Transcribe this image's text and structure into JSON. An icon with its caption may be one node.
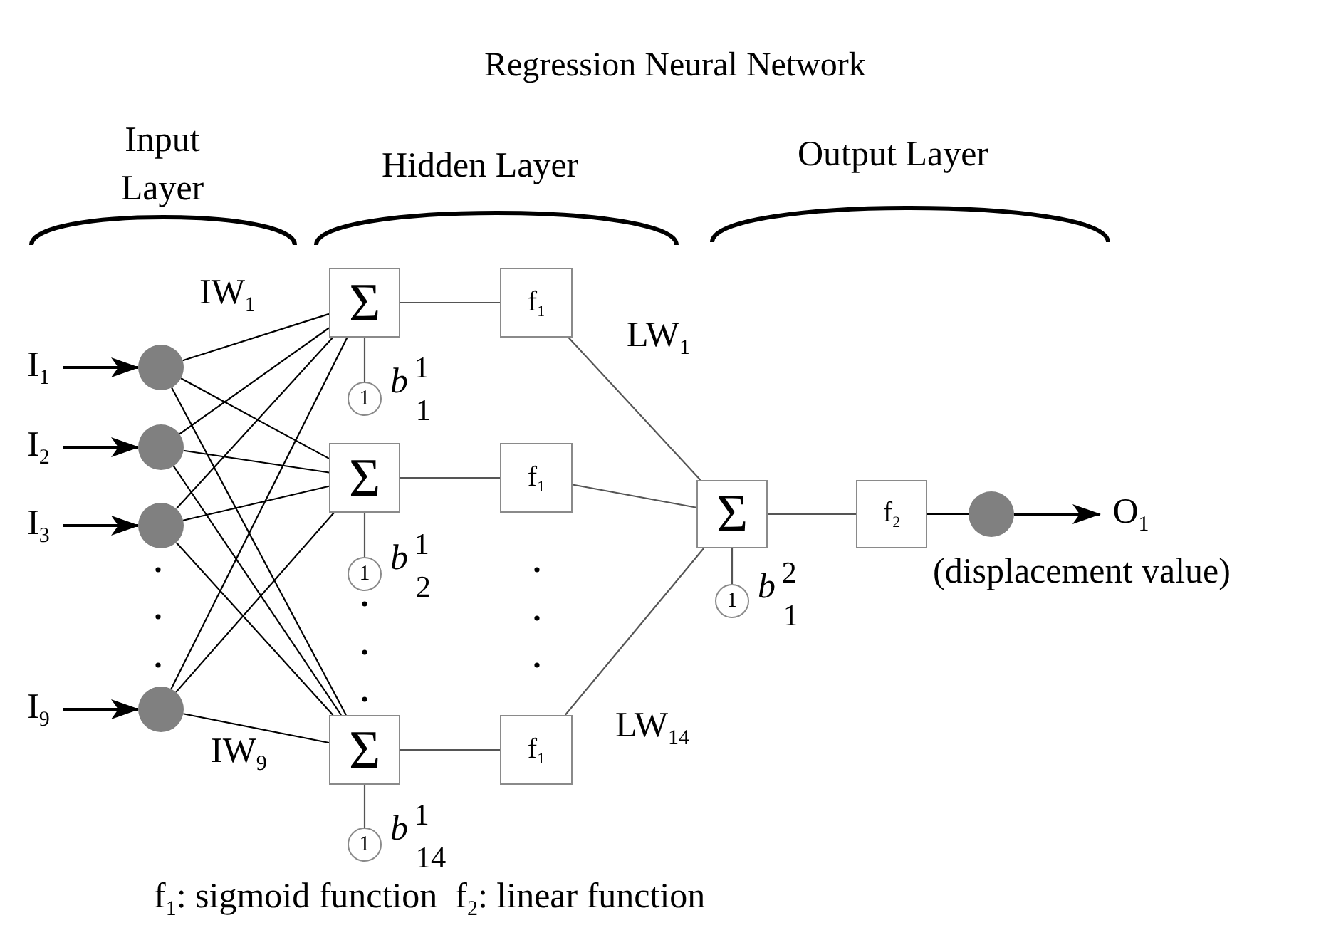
{
  "diagram": {
    "title": "Regression Neural Network",
    "caption": "f$_{1}$: sigmoid function  f$_{2}$: linear function",
    "nodes": [
      {
        "text": [
          "I$_{1}$"
        ]
      },
      {
        "text": [],
        "shape": "circle"
      },
      {
        "text": [
          "I$_{2}$"
        ]
      },
      {
        "text": [],
        "shape": "circle"
      },
      {
        "text": [
          "I$_{3}$"
        ]
      },
      {
        "text": [],
        "shape": "circle"
      },
      {
        "text": [
          "I$_{9}$"
        ]
      },
      {
        "text": [],
        "shape": "circle"
      },
      {
        "text": [
          "Σ"
        ]
      },
      {
        "text": [
          "f$_{1}$"
        ]
      },
      {
        "text": [
          "1"
        ],
        "beside": [
          "*b*$^{1}$$_{1}$"
        ]
      },
      {
        "text": [
          "Σ"
        ]
      },
      {
        "text": [
          "f$_{1}$"
        ]
      },
      {
        "text": [
          "1"
        ],
        "beside": [
          "*b*$^{1}$$_{2}$"
        ]
      },
      {
        "text": [
          "Σ"
        ]
      },
      {
        "text": [
          "f$_{1}$"
        ]
      },
      {
        "text": [
          "1"
        ],
        "beside": [
          "*b*$^{1}$$_{14}$"
        ]
      },
      {
        "text": [
          "Σ"
        ]
      },
      {
        "text": [
          "1"
        ],
        "beside": [
          "*b*$^{2}$$_{1}$"
        ]
      },
      {
        "text": [
          "f$_{2}$"
        ]
      },
      {
        "text": [],
        "shape": "circle"
      },
      {
        "text": [
          "O$_{1}$"
        ],
        "beside": [
          "(displacement value)"
        ]
      }
    ],
    "edges": [
      {
        "from": 0,
        "to": 1,
        "arrow": "to"
      },
      {
        "from": 2,
        "to": 3,
        "arrow": "to"
      },
      {
        "from": 4,
        "to": 5,
        "arrow": "to"
      },
      {
        "from": 6,
        "to": 7,
        "arrow": "to"
      },
      {
        "from": 1,
        "to": 8,
        "arrow": "none"
      },
      {
        "from": 1,
        "to": 11,
        "arrow": "none"
      },
      {
        "from": 1,
        "to": 14,
        "arrow": "none"
      },
      {
        "from": 3,
        "to": 8,
        "arrow": "none"
      },
      {
        "from": 3,
        "to": 11,
        "arrow": "none"
      },
      {
        "from": 3,
        "to": 14,
        "arrow": "none"
      },
      {
        "from": 5,
        "to": 8,
        "arrow": "none"
      },
      {
        "from": 5,
        "to": 11,
        "arrow": "none"
      },
      {
        "from": 5,
        "to": 14,
        "arrow": "none"
      },
      {
        "from": 7,
        "to": 8,
        "arrow": "none"
      },
      {
        "from": 7,
        "to": 11,
        "arrow": "none"
      },
      {
        "from": 7,
        "to": 14,
        "arrow": "none"
      },
      {
        "from": 10,
        "to": 8,
        "arrow": "none"
      },
      {
        "from": 13,
        "to": 11,
        "arrow": "none"
      },
      {
        "from": 16,
        "to": 14,
        "arrow": "none"
      },
      {
        "from": 8,
        "to": 9,
        "arrow": "none"
      },
      {
        "from": 11,
        "to": 12,
        "arrow": "none"
      },
      {
        "from": 14,
        "to": 15,
        "arrow": "none"
      },
      {
        "from": 9,
        "to": 17,
        "arrow": "none"
      },
      {
        "from": 12,
        "to": 17,
        "arrow": "none"
      },
      {
        "from": 15,
        "to": 17,
        "arrow": "none"
      },
      {
        "from": 18,
        "to": 17,
        "arrow": "none"
      },
      {
        "from": 17,
        "to": 19,
        "arrow": "none"
      },
      {
        "from": 19,
        "to": 20,
        "arrow": "none"
      },
      {
        "from": 20,
        "to": 21,
        "arrow": "to"
      }
    ],
    "labels": [
      "Input Layer",
      "Hidden Layer",
      "Output Layer",
      "IW$_{1}$",
      "LW$_{1}$",
      "LW$_{14}$",
      "IW$_{9}$"
    ]
  }
}
